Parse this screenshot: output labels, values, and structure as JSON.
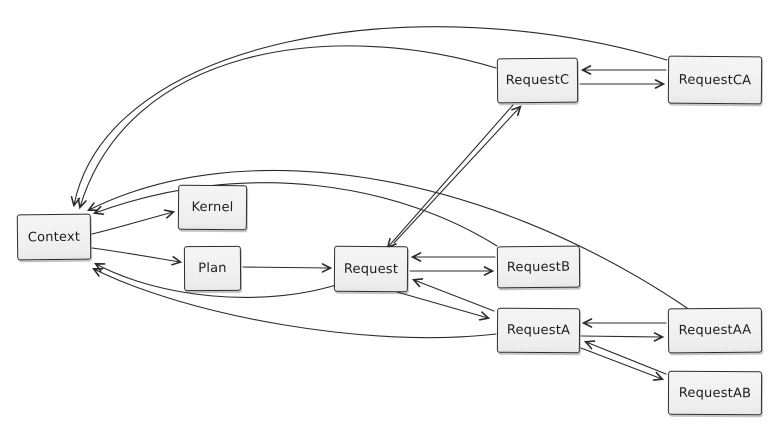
{
  "diagram": {
    "background_color": "#ffffff",
    "node_fill_color": "#f0f0f0",
    "node_border_color": "#2b2b2b",
    "edge_color": "#2b2b2b",
    "style": "hand-drawn sketch (whiteboard style)",
    "nodes": {
      "context": {
        "label": "Context"
      },
      "kernel": {
        "label": "Kernel"
      },
      "plan": {
        "label": "Plan"
      },
      "request": {
        "label": "Request"
      },
      "requestB": {
        "label": "RequestB"
      },
      "requestA": {
        "label": "RequestA"
      },
      "requestC": {
        "label": "RequestC"
      },
      "requestCA": {
        "label": "RequestCA"
      },
      "requestAA": {
        "label": "RequestAA"
      },
      "requestAB": {
        "label": "RequestAB"
      }
    },
    "edges": [
      {
        "from": "Context",
        "to": "Kernel"
      },
      {
        "from": "Context",
        "to": "Plan"
      },
      {
        "from": "Plan",
        "to": "Request"
      },
      {
        "from": "RequestB",
        "to": "Request"
      },
      {
        "from": "Request",
        "to": "RequestB"
      },
      {
        "from": "Request",
        "to": "RequestC"
      },
      {
        "from": "RequestC",
        "to": "Request"
      },
      {
        "from": "RequestCA",
        "to": "RequestC"
      },
      {
        "from": "RequestC",
        "to": "RequestCA"
      },
      {
        "from": "Request",
        "to": "RequestA"
      },
      {
        "from": "RequestA",
        "to": "Request"
      },
      {
        "from": "RequestAA",
        "to": "RequestA"
      },
      {
        "from": "RequestA",
        "to": "RequestAA"
      },
      {
        "from": "RequestA",
        "to": "RequestAB"
      },
      {
        "from": "RequestAB",
        "to": "RequestA"
      },
      {
        "from": "RequestC",
        "to": "Context"
      },
      {
        "from": "RequestCA",
        "to": "Context"
      },
      {
        "from": "RequestB",
        "to": "Context"
      },
      {
        "from": "RequestAA",
        "to": "Context"
      },
      {
        "from": "Request",
        "to": "Context"
      },
      {
        "from": "RequestA",
        "to": "Context"
      }
    ]
  }
}
